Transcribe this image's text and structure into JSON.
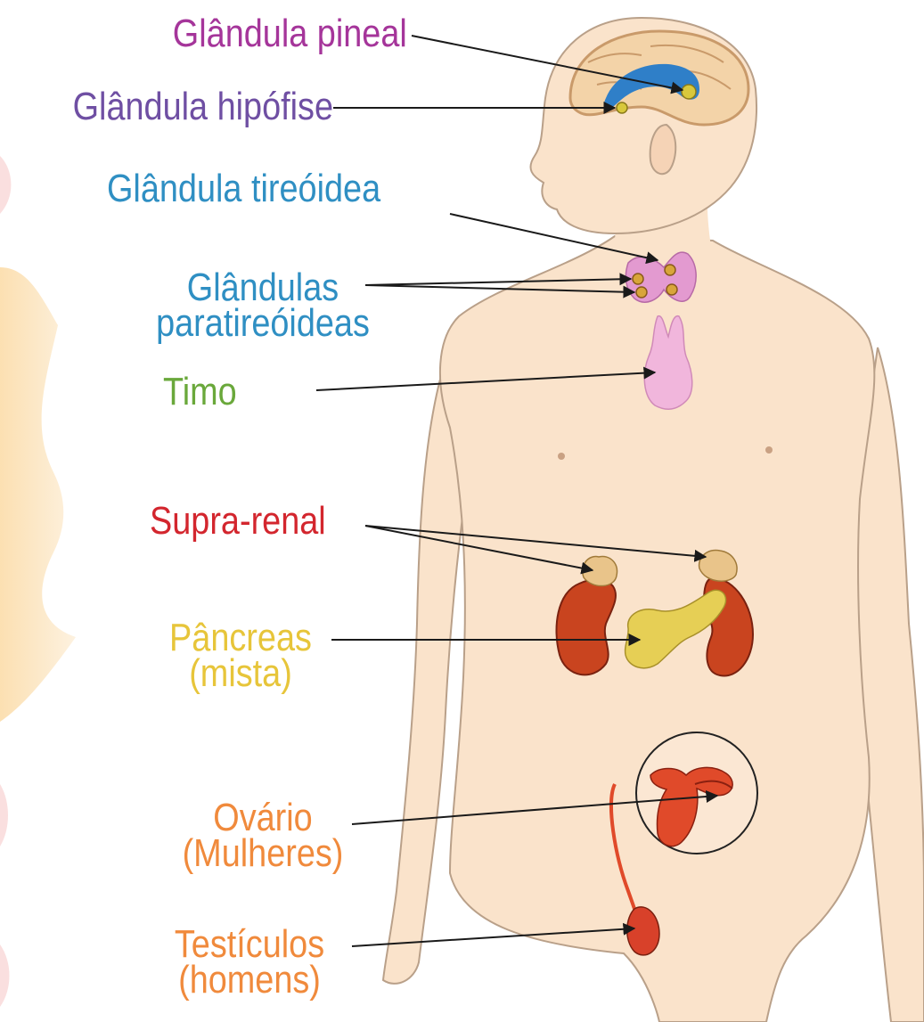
{
  "labels": {
    "pineal": {
      "text": "Glândula pineal",
      "color": "#a5359a"
    },
    "hipofise": {
      "text": "Glândula hipófise",
      "color": "#6f4fa3"
    },
    "tireoidea": {
      "text": "Glândula  tireóidea",
      "color": "#2f8fc3"
    },
    "paratireoideas": {
      "line1": "Glândulas",
      "line2": "paratireóideas",
      "color": "#2f8fc3"
    },
    "timo": {
      "text": "Timo",
      "color": "#6aa83b"
    },
    "suprarenal": {
      "text": "Supra-renal",
      "color": "#d3262e"
    },
    "pancreas": {
      "line1": "Pâncreas",
      "line2": "(mista)",
      "color": "#e7c53a"
    },
    "ovario": {
      "line1": "Ovário",
      "line2": "(Mulheres)",
      "color": "#f08a3c"
    },
    "testiculos": {
      "line1": "Testículos",
      "line2": "(homens)",
      "color": "#f08a3c"
    }
  },
  "colors": {
    "skin": "#fae3cb",
    "skin_outline": "#b9a089",
    "brain": "#f3d3a8",
    "cerebral_fluid": "#2f7fc8",
    "gland_yellow": "#d8c83c",
    "thyroid": "#e39ad0",
    "thymus": "#f1b6dc",
    "kidney": "#c9441f",
    "adrenal": "#e9c48a",
    "pancreas": "#e6cf55",
    "uterus": "#e04a2a",
    "testis": "#d8412a",
    "leader_line": "#1a1a1a",
    "left_panel": "#fbe0b4"
  }
}
